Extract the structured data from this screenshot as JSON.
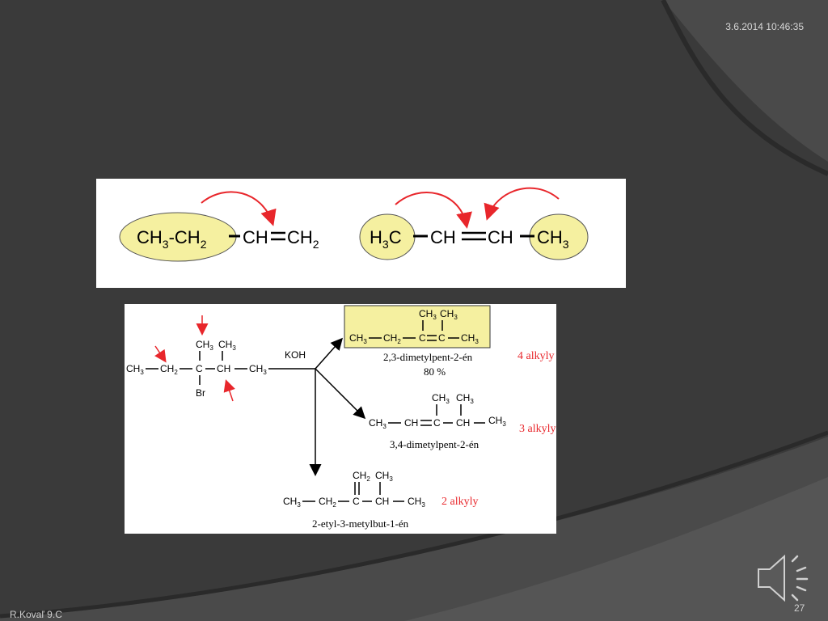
{
  "slide": {
    "date": "3.6.2014 10:46:35",
    "author": "R.Kovaľ 9.C",
    "page_number": "27"
  },
  "panel1": {
    "left_formula": {
      "ch3": "CH",
      "ch3_sub": "3",
      "dash": "-",
      "ch2": "CH",
      "ch2_sub": "2",
      "ch": "CH",
      "ch2b": "CH",
      "ch2b_sub": "2"
    },
    "right_formula": {
      "h3c_h": "H",
      "h3c_sub": "3",
      "h3c_c": "C",
      "ch_a": "CH",
      "ch_b": "CH",
      "ch3": "CH",
      "ch3_sub": "3"
    }
  },
  "panel2": {
    "reagent": "KOH",
    "start": {
      "ch3a": "CH",
      "ch3a_sub": "3",
      "ch2": "CH",
      "ch2_sub": "2",
      "c": "C",
      "ch": "CH",
      "ch3b": "CH",
      "ch3b_sub": "3",
      "top1": "CH",
      "top1_sub": "3",
      "top2": "CH",
      "top2_sub": "3",
      "br": "Br"
    },
    "product1": {
      "name": "2,3-dimetylpent-2-én",
      "yield": "80 %",
      "alkyls": "4 alkyly",
      "f": {
        "a": "CH",
        "a_sub": "3",
        "b": "CH",
        "b_sub": "2",
        "c1": "C",
        "c2": "C",
        "d": "CH",
        "d_sub": "3",
        "t1": "CH",
        "t1_sub": "3",
        "t2": "CH",
        "t2_sub": "3"
      }
    },
    "product2": {
      "name": "3,4-dimetylpent-2-én",
      "alkyls": "3 alkyly",
      "f": {
        "a": "CH",
        "a_sub": "3",
        "b": "CH",
        "c": "C",
        "d": "CH",
        "e": "CH",
        "e_sub": "3",
        "t1": "CH",
        "t1_sub": "3",
        "t2": "CH",
        "t2_sub": "3"
      }
    },
    "product3": {
      "name": "2-etyl-3-metylbut-1-én",
      "alkyls": "2 alkyly",
      "f": {
        "a": "CH",
        "a_sub": "3",
        "b": "CH",
        "b_sub": "2",
        "c": "C",
        "d": "CH",
        "e": "CH",
        "e_sub": "3",
        "t1": "CH",
        "t1_sub": "2",
        "t2": "CH",
        "t2_sub": "3"
      }
    }
  },
  "colors": {
    "highlight": "#f5f0a0",
    "arrow_red": "#e8262b",
    "alkyl_red": "#e8262b",
    "background": "#3a3a3a"
  },
  "icons": {
    "speaker": "speaker-icon"
  }
}
